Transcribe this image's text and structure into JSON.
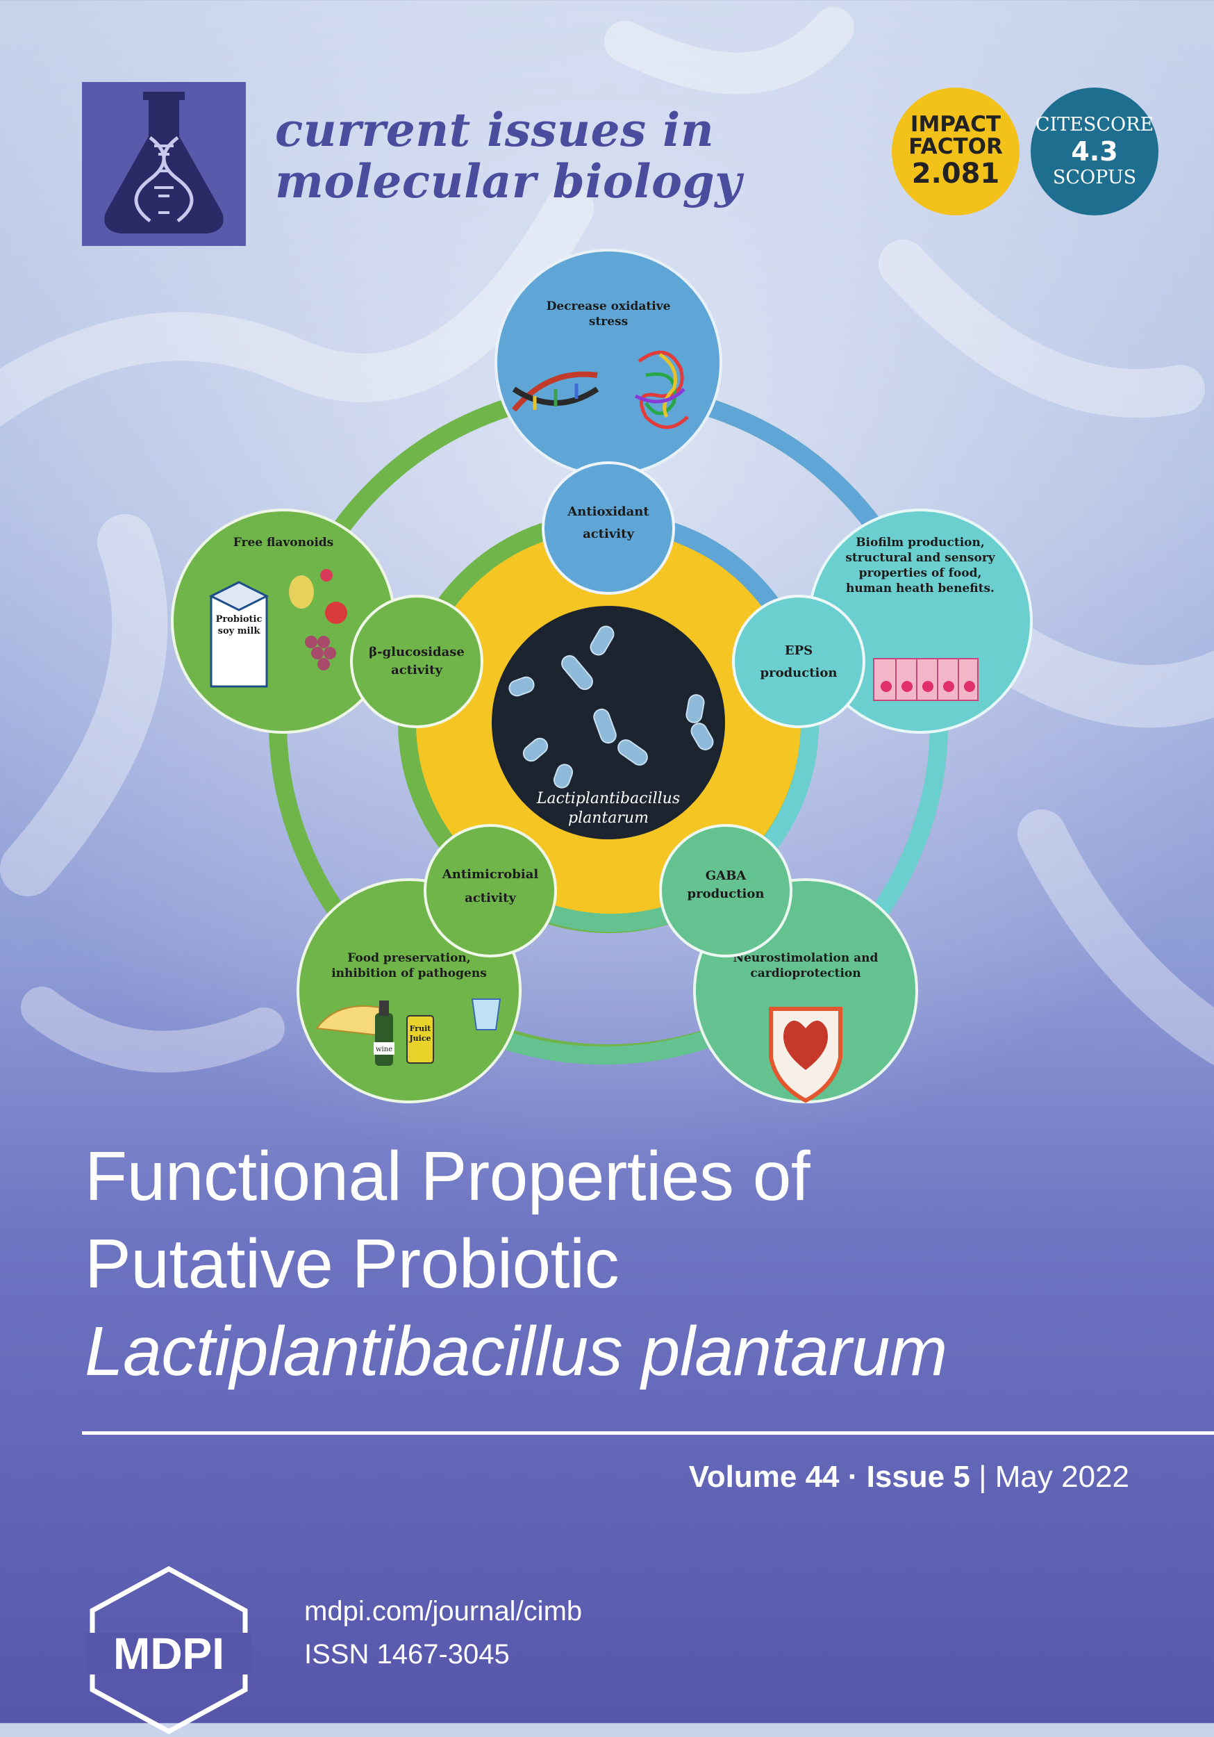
{
  "journal": {
    "name_line1": "current issues in",
    "name_line2": "molecular biology"
  },
  "badges": {
    "impact_factor": {
      "line1": "IMPACT",
      "line2": "FACTOR",
      "value": "2.081",
      "color": "#f2c21b"
    },
    "citescore": {
      "line1": "CITESCORE",
      "value": "4.3",
      "line3": "SCOPUS",
      "color": "#1e6e8f"
    }
  },
  "diagram": {
    "center_label_line1": "Lactiplantibacillus",
    "center_label_line2": "plantarum",
    "inner_circles": [
      {
        "line1": "Antioxidant",
        "line2": "activity"
      },
      {
        "line1": "EPS",
        "line2": "production"
      },
      {
        "line1": "GABA",
        "line2": "production"
      },
      {
        "line1": "Antimicrobial",
        "line2": "activity"
      },
      {
        "line1": "β-glucosidase",
        "line2": "activity"
      }
    ],
    "outer_circles": [
      {
        "lines": [
          "Decrease  oxidative",
          "stress"
        ]
      },
      {
        "lines": [
          "Biofilm production,",
          "structural and sensory",
          "properties of food,",
          "human heath benefits."
        ]
      },
      {
        "lines": [
          "Neurostimolation and",
          "cardioprotection"
        ]
      },
      {
        "lines": [
          "Food preservation,",
          "inhibition of pathogens"
        ]
      },
      {
        "lines": [
          "Free flavonoids"
        ]
      }
    ],
    "product_labels": {
      "soy_milk_1": "Probiotic",
      "soy_milk_2": "soy milk",
      "wine": "wine",
      "juice_1": "Fruit",
      "juice_2": "Juice"
    }
  },
  "title": {
    "line1": "Functional Properties of",
    "line2": "Putative Probiotic",
    "line3": "Lactiplantibacillus plantarum"
  },
  "issue": {
    "volume": "Volume 44",
    "separator": "·",
    "issue": "Issue 5",
    "pipe": "|",
    "date": "May 2022"
  },
  "publisher": {
    "logo_text": "MDPI",
    "url": "mdpi.com/journal/cimb",
    "issn": "ISSN 1467-3045"
  }
}
